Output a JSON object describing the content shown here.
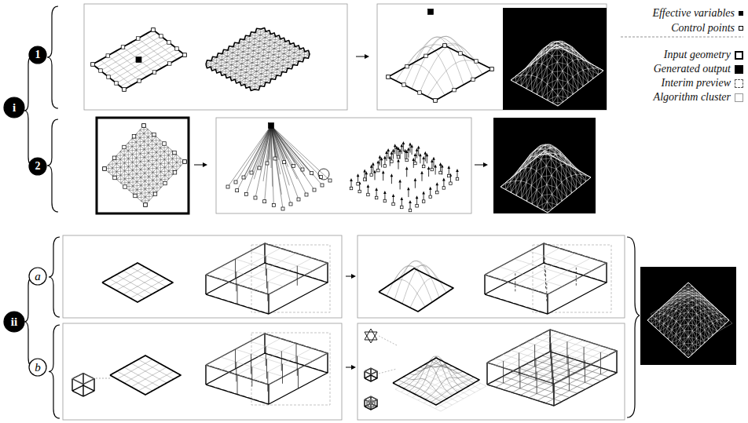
{
  "diagram": {
    "labels": [
      "i",
      "1",
      "2",
      "ii",
      "a",
      "b"
    ],
    "legend": [
      {
        "text": "Effective variables",
        "color": "#000000"
      },
      {
        "text": "Control points"
      },
      {
        "text": "Input geometry"
      },
      {
        "text": "Generated output",
        "color": "#000000"
      },
      {
        "text": "Interim preview"
      },
      {
        "text": "Algorithm cluster"
      }
    ]
  }
}
